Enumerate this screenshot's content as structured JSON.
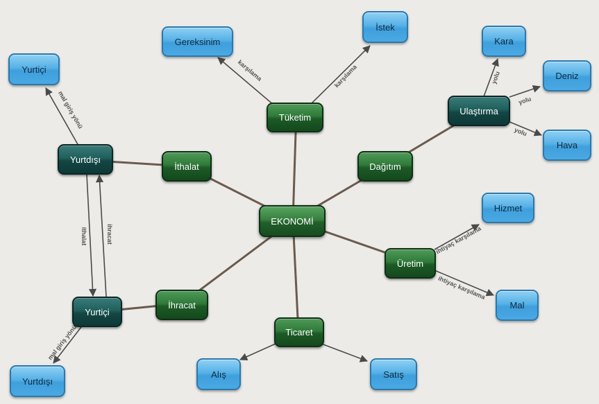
{
  "nodes": {
    "ekonomi": "EKONOMİ",
    "tuketim": "Tüketim",
    "gereksinim": "Gereksinim",
    "istek": "İstek",
    "dagitim": "Dağıtım",
    "ulastirma": "Ulaştırma",
    "kara": "Kara",
    "deniz": "Deniz",
    "hava": "Hava",
    "uretim": "Üretim",
    "hizmet": "Hizmet",
    "mal": "Mal",
    "ticaret": "Ticaret",
    "alis": "Alış",
    "satis": "Satış",
    "ithalat": "İthalat",
    "ihracat": "İhracat",
    "yurtdisi_top": "Yurtdışı",
    "yurtici_top": "Yurtiçi",
    "yurtici_bottom": "Yurtiçi",
    "yurtdisi_bottom": "Yurtdışı"
  },
  "edge_labels": {
    "karsilama_gereksinim": "karşılama",
    "karsilama_istek": "karşılama",
    "yolu_kara": "yolu",
    "yolu_deniz": "yolu",
    "yolu_hava": "yolu",
    "ihtiyac_hizmet": "ihtiyaç karşılama",
    "ihtiyac_mal": "ihtiyaç karşılama",
    "mal_giris_top": "mal giriş yönü",
    "mal_giris_bottom": "mal giriş yönü",
    "ithalat_vertical": "ithalat",
    "ihracat_vertical": "ihracat"
  },
  "colors": {
    "line": "#6b5a4e",
    "arrow": "#4a4a4a",
    "label": "#555555"
  }
}
